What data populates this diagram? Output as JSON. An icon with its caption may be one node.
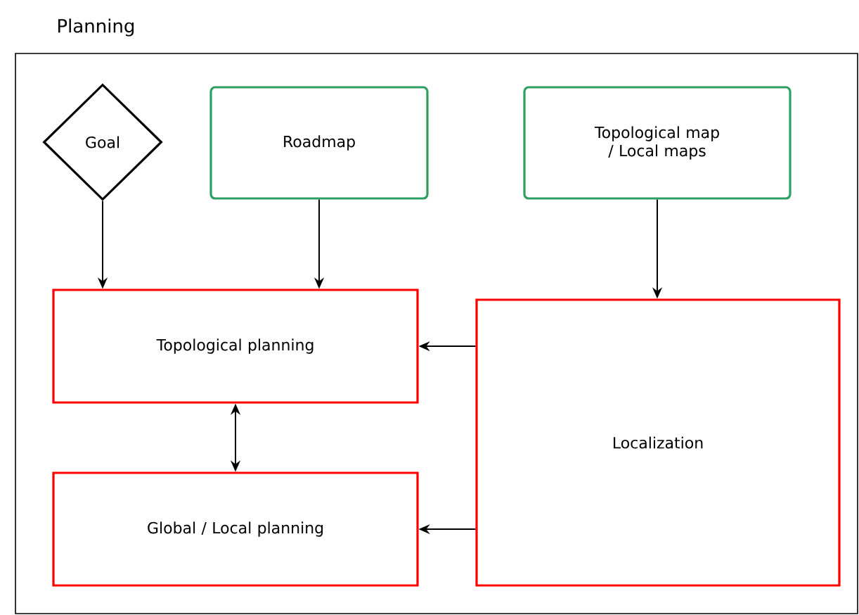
{
  "diagram": {
    "nodes": [
      {
        "text": [
          "Planning"
        ]
      },
      {
        "text": [
          "Goal"
        ],
        "in": 0
      },
      {
        "text": [
          "Roadmap"
        ],
        "in": 0
      },
      {
        "text": [
          "Topological map / Local maps"
        ],
        "in": 0
      },
      {
        "text": [
          "Topological planning"
        ],
        "in": 0
      },
      {
        "text": [
          "Localization"
        ],
        "in": 0
      },
      {
        "text": [
          "Global / Local planning"
        ],
        "in": 0
      }
    ],
    "edges": [
      {
        "from": 1,
        "to": 4,
        "arrow": "to"
      },
      {
        "from": 2,
        "to": 4,
        "arrow": "to"
      },
      {
        "from": 3,
        "to": 5,
        "arrow": "to"
      },
      {
        "from": 5,
        "to": 4,
        "arrow": "to"
      },
      {
        "from": 5,
        "to": 6,
        "arrow": "to"
      },
      {
        "from": 4,
        "to": 6,
        "arrow": "both"
      }
    ]
  }
}
